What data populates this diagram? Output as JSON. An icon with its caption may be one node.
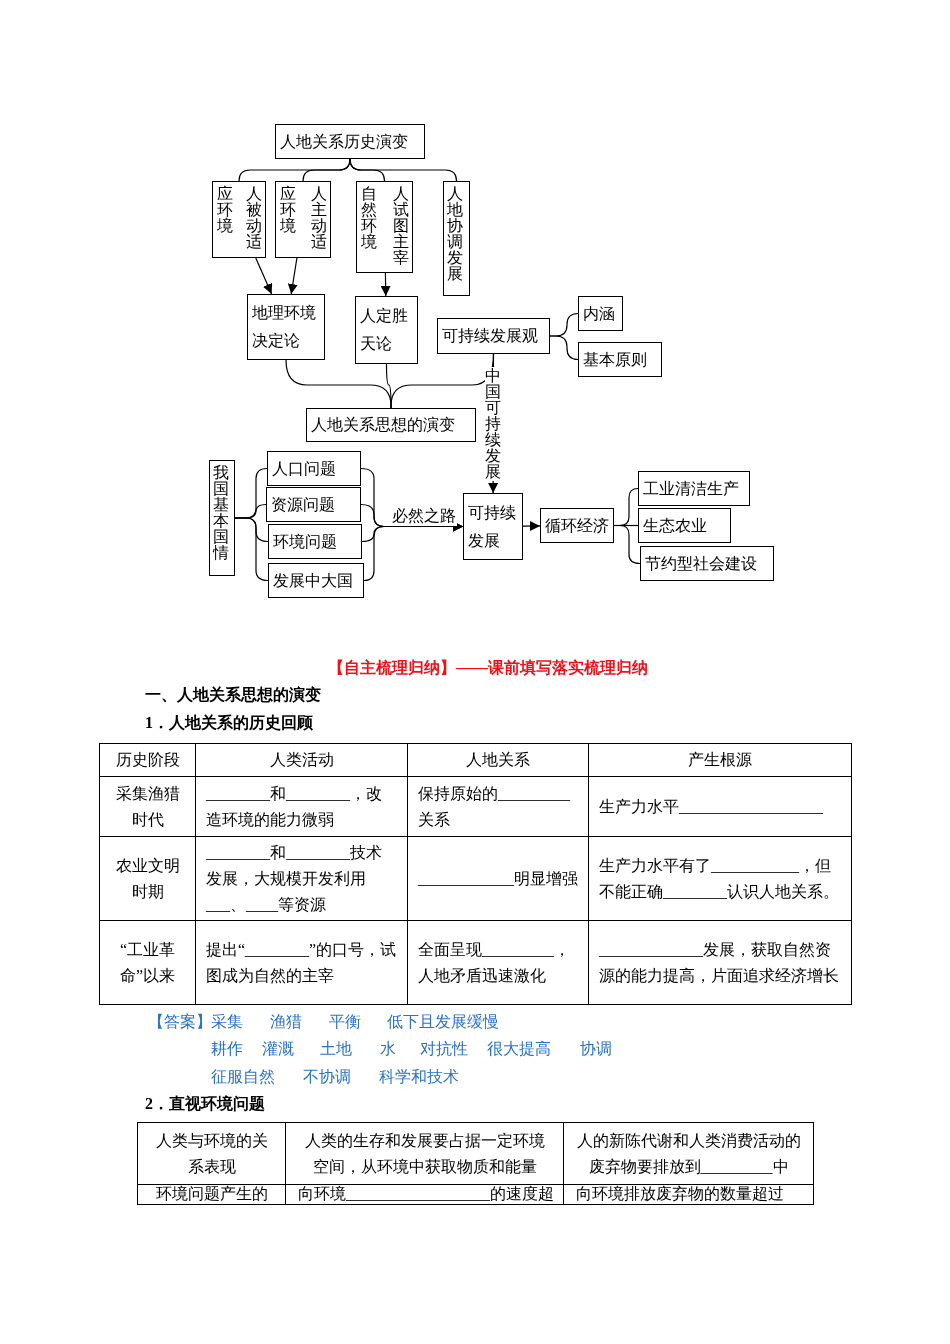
{
  "diagram": {
    "nodes": [
      {
        "text": [
          "人地关系历史演变"
        ]
      },
      {
        "text": [
          "人被动适应环境"
        ]
      },
      {
        "text": [
          "人主动适应环境"
        ]
      },
      {
        "text": [
          "人试图主宰自然环境"
        ]
      },
      {
        "text": [
          "人地协调发展"
        ]
      },
      {
        "text": [
          "地理环境决定论"
        ]
      },
      {
        "text": [
          "人定胜天论"
        ]
      },
      {
        "text": [
          "可持续发展观"
        ]
      },
      {
        "text": [
          "内涵"
        ]
      },
      {
        "text": [
          "基本原则"
        ]
      },
      {
        "text": [
          "人地关系思想的演变"
        ]
      },
      {
        "text": [
          "我国基本国情"
        ]
      },
      {
        "text": [
          "人口问题"
        ]
      },
      {
        "text": [
          "资源问题"
        ]
      },
      {
        "text": [
          "环境问题"
        ]
      },
      {
        "text": [
          "发展中大国"
        ]
      },
      {
        "text": [
          "可持续发展"
        ]
      },
      {
        "text": [
          "循环经济"
        ]
      },
      {
        "text": [
          "工业清洁生产"
        ]
      },
      {
        "text": [
          "生态农业"
        ]
      },
      {
        "text": [
          "节约型社会建设"
        ]
      }
    ],
    "edges": [
      {
        "from": 0,
        "to": 1,
        "arrow": "none"
      },
      {
        "from": 0,
        "to": 2,
        "arrow": "none"
      },
      {
        "from": 0,
        "to": 3,
        "arrow": "none"
      },
      {
        "from": 0,
        "to": 4,
        "arrow": "none"
      },
      {
        "from": 1,
        "to": 5,
        "arrow": "to"
      },
      {
        "from": 2,
        "to": 5,
        "arrow": "to"
      },
      {
        "from": 3,
        "to": 6,
        "arrow": "to"
      },
      {
        "from": 5,
        "to": 10,
        "arrow": "none"
      },
      {
        "from": 6,
        "to": 10,
        "arrow": "none"
      },
      {
        "from": 7,
        "to": 10,
        "arrow": "none"
      },
      {
        "from": 7,
        "to": 8,
        "arrow": "none"
      },
      {
        "from": 7,
        "to": 9,
        "arrow": "none"
      },
      {
        "from": 7,
        "to": 16,
        "arrow": "to",
        "label": "中国可持续发展"
      },
      {
        "from": 11,
        "to": 12,
        "arrow": "none"
      },
      {
        "from": 11,
        "to": 13,
        "arrow": "none"
      },
      {
        "from": 11,
        "to": 14,
        "arrow": "none"
      },
      {
        "from": 11,
        "to": 15,
        "arrow": "none"
      },
      {
        "from": 12,
        "to": 16,
        "arrow": "to",
        "label": "必然之路"
      },
      {
        "from": 13,
        "to": 16,
        "arrow": "to"
      },
      {
        "from": 14,
        "to": 16,
        "arrow": "to"
      },
      {
        "from": 15,
        "to": 16,
        "arrow": "to"
      },
      {
        "from": 16,
        "to": 17,
        "arrow": "to"
      },
      {
        "from": 17,
        "to": 18,
        "arrow": "none"
      },
      {
        "from": 17,
        "to": 19,
        "arrow": "none"
      },
      {
        "from": 17,
        "to": 20,
        "arrow": "none"
      }
    ],
    "labels": [
      "【自主梳理归纳】——课前填写落实梳理归纳",
      "一、人地关系思想的演变",
      "1．人地关系的历史回顾",
      "历史阶段",
      "人类活动",
      "人地关系",
      "产生根源",
      "采集渔猎时代",
      "________和________，改造环境的能力微弱",
      "保持原始的_________关系",
      "生产力水平__________________",
      "农业文明时期",
      "________和________技术发展，大规模开发利用___、____等资源",
      "____________明显增强",
      "生产力水平有了___________，但不能正确________认识人地关系。",
      "“工业革命”以来",
      "提出“________”的口号，试图成为自然的主宰",
      "全面呈现_________，人地矛盾迅速激化",
      "_____________发展，获取自然资源的能力提高，片面追求经济增长",
      "【答案】",
      "采集",
      "渔猎",
      "平衡",
      "低下且发展缓慢",
      "耕作",
      "灌溉",
      "土地",
      "水",
      "对抗性",
      "很大提高",
      "协调",
      "征服自然",
      "不协调",
      "科学和技术",
      "2．直视环境问题",
      "人类与环境的关系表现",
      "人类的生存和发展要占据一定环境空间，从环境中获取物质和能量",
      "人的新陈代谢和人类消费活动的废弃物要排放到_________中",
      "环境问题产生的",
      "向环境__________________的速度超",
      "向环境排放废弃物的数量超过"
    ]
  }
}
